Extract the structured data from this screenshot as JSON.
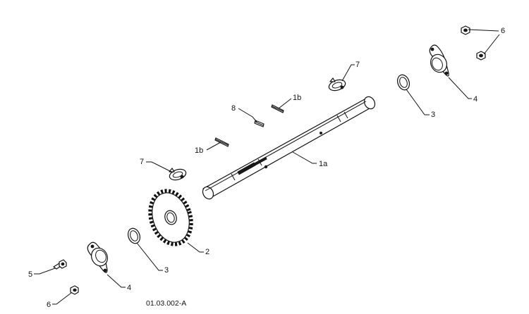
{
  "labels": {
    "shaft": "1a",
    "key_upper": "1b",
    "key_lower": "1b",
    "sprocket": "2",
    "washer_right": "3",
    "washer_left": "3",
    "bearing_right": "4",
    "bearing_left": "4",
    "bolt_left": "5",
    "nut_right": "6",
    "nut_left": "6",
    "collar_right": "7",
    "collar_left": "7",
    "key_small": "8"
  },
  "drawing_code": "01.03.002-A"
}
